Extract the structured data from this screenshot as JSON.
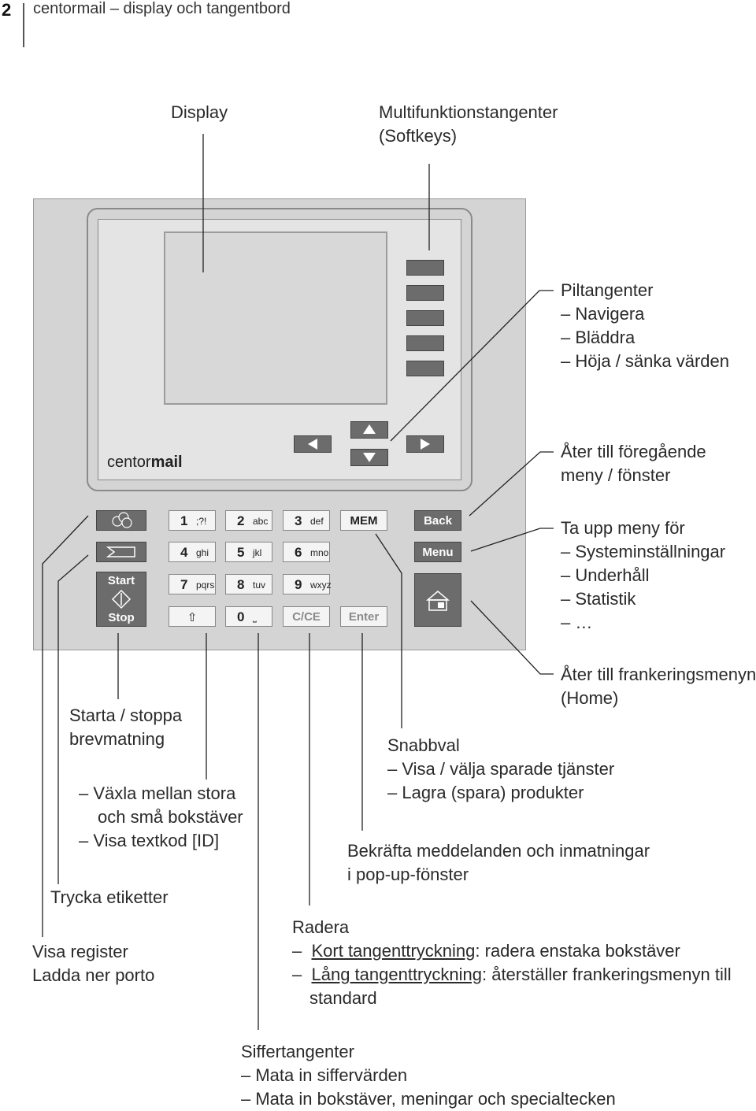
{
  "header": {
    "page_number": "2",
    "title": "centormail – display och tangentbord"
  },
  "labels": {
    "display": "Display",
    "softkeys_1": "Multifunktionstangenter",
    "softkeys_2": "(Softkeys)",
    "arrows_1": "Piltangenter",
    "arrows_2": "– Navigera",
    "arrows_3": "– Bläddra",
    "arrows_4": "– Höja / sänka värden",
    "back_1": "Åter till föregående",
    "back_2": "meny / fönster",
    "menu_1": "Ta upp meny för",
    "menu_2": "– Systeminställningar",
    "menu_3": "– Underhåll",
    "menu_4": "– Statistik",
    "menu_5": "– …",
    "home_1": "Åter till frankeringsmenyn",
    "home_2": "(Home)",
    "start_1": "Starta / stoppa",
    "start_2": "brevmatning",
    "shift_1": "– Växla mellan stora",
    "shift_2": "och små bokstäver",
    "shift_3": "– Visa textkod [ID]",
    "label_print": "Trycka etiketter",
    "register_1": "Visa register",
    "register_2": "Ladda ner porto",
    "mem_1": "Snabbval",
    "mem_2": "– Visa / välja sparade tjänster",
    "mem_3": "– Lagra (spara) produkter",
    "enter_1": "Bekräfta meddelanden och inmatningar",
    "enter_2": "i pop-up-fönster",
    "clear_1": "Radera",
    "clear_2_dash": "–",
    "clear_2_u": "Kort tangenttryckning",
    "clear_2_rest": ": radera enstaka bokstäver",
    "clear_3_dash": "–",
    "clear_3_u": "Lång tangenttryckning",
    "clear_3_rest": ": återställer frankeringsmenyn till",
    "clear_4": "standard",
    "digits_1": "Siffertangenter",
    "digits_2": "– Mata in siffervärden",
    "digits_3": "– Mata in bokstäver, meningar och specialtecken"
  },
  "device": {
    "logo_light": "centor",
    "logo_bold": "mail",
    "keys": {
      "k1": "1",
      "k1l": ";?!",
      "k2": "2",
      "k2l": "abc",
      "k3": "3",
      "k3l": "def",
      "k4": "4",
      "k4l": "ghi",
      "k5": "5",
      "k5l": "jkl",
      "k6": "6",
      "k6l": "mno",
      "k7": "7",
      "k7l": "pqrs",
      "k8": "8",
      "k8l": "tuv",
      "k9": "9",
      "k9l": "wxyz",
      "k0": "0",
      "k0l": "⎵",
      "mem": "MEM",
      "clear": "C/CE",
      "enter": "Enter",
      "back": "Back",
      "menu": "Menu",
      "start": "Start",
      "stop": "Stop",
      "shift": "⇧"
    }
  },
  "colors": {
    "panel": "#d4d4d4",
    "key_dark": "#6c6c6c",
    "key_light": "#f4f4f4"
  }
}
